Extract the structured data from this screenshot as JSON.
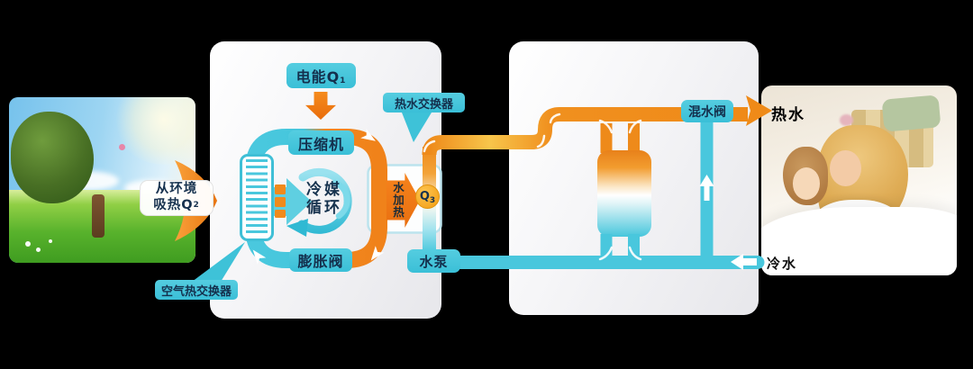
{
  "scene": {
    "absorb_label": {
      "line1": "从环境",
      "line2_main": "吸热Q",
      "line2_sub": "2"
    },
    "hot_water_text": "热水",
    "cold_water_text": "冷水"
  },
  "panel1": {
    "electric_label_main": "电能Q",
    "electric_label_sub": "1",
    "compressor": "压缩机",
    "refrigerant_line1": "冷媒",
    "refrigerant_line2": "循环",
    "expansion_valve": "膨胀阀",
    "air_exchanger": "空气热交换器",
    "hot_water_exchanger": "热水交换器",
    "water_heating": "水加热",
    "q3_main": "Q",
    "q3_sub": "3",
    "water_pump": "水泵"
  },
  "panel2": {
    "mixing_valve": "混水阀"
  },
  "colors": {
    "cyan_pipe": "#49C7DD",
    "orange_pipe": "#EE8A1A",
    "yellow_pipe": "#F7C84D",
    "label_bg": "#3ABFD7",
    "label_text": "#14304D",
    "background": "#000000"
  }
}
